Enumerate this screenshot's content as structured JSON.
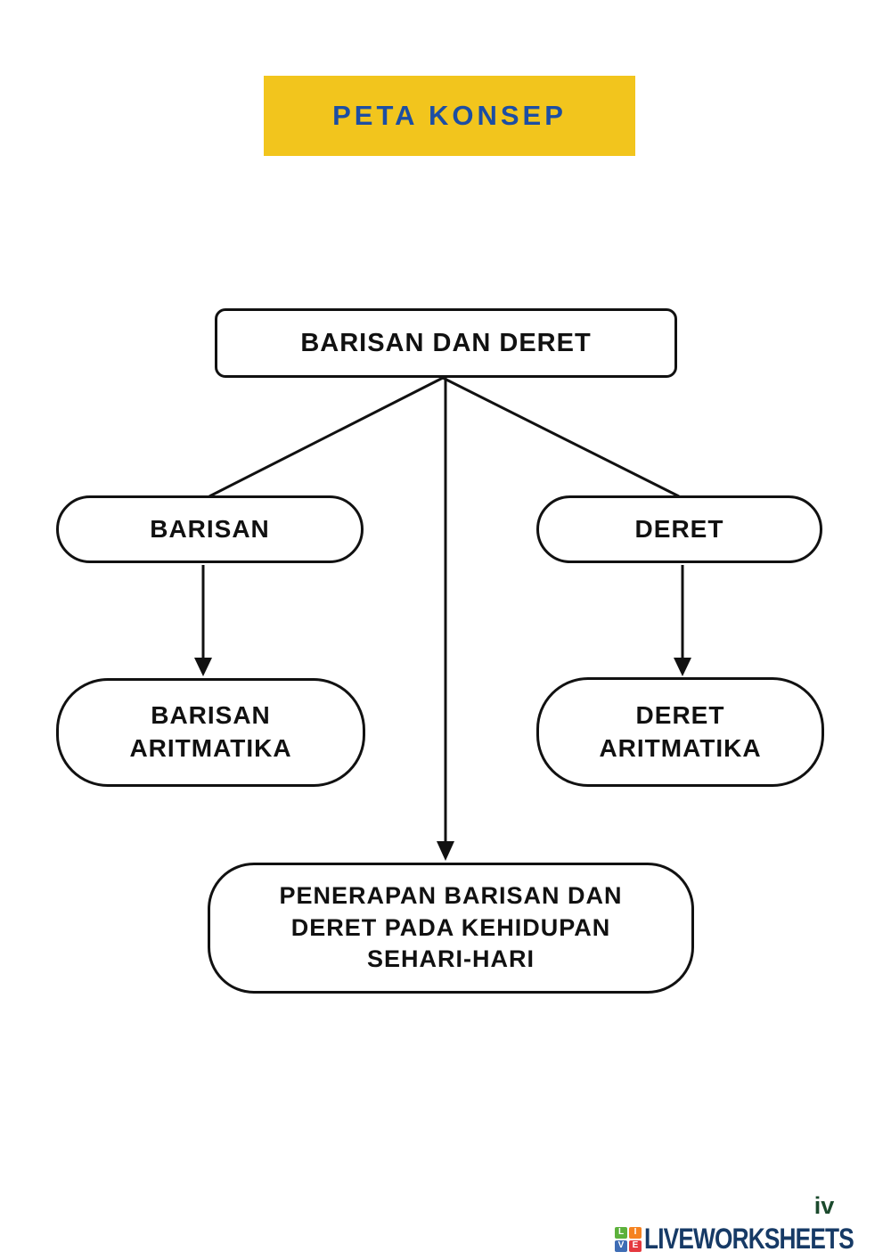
{
  "header": {
    "title": "PETA KONSEP",
    "bg_color": "#f2c51d",
    "text_color": "#1c4ea3"
  },
  "diagram": {
    "line_color": "#111111",
    "root": {
      "label": "BARISAN DAN DERET"
    },
    "level1": [
      {
        "label": "BARISAN"
      },
      {
        "label": "DERET"
      }
    ],
    "level2": [
      {
        "lines": [
          "BARISAN",
          "ARITMATIKA"
        ]
      },
      {
        "lines": [
          "DERET",
          "ARITMATIKA"
        ]
      }
    ],
    "application": {
      "lines": [
        "PENERAPAN BARISAN DAN",
        "DERET PADA KEHIDUPAN",
        "SEHARI-HARI"
      ]
    }
  },
  "footer": {
    "page_number": "iv",
    "brand": {
      "name": "LIVEWORKSHEETS",
      "text_color": "#163a66",
      "logo_letters": [
        {
          "char": "L",
          "color": "#5cb13c"
        },
        {
          "char": "I",
          "color": "#f58220"
        },
        {
          "char": "V",
          "color": "#3e6db5"
        },
        {
          "char": "E",
          "color": "#e5393f"
        }
      ]
    }
  }
}
